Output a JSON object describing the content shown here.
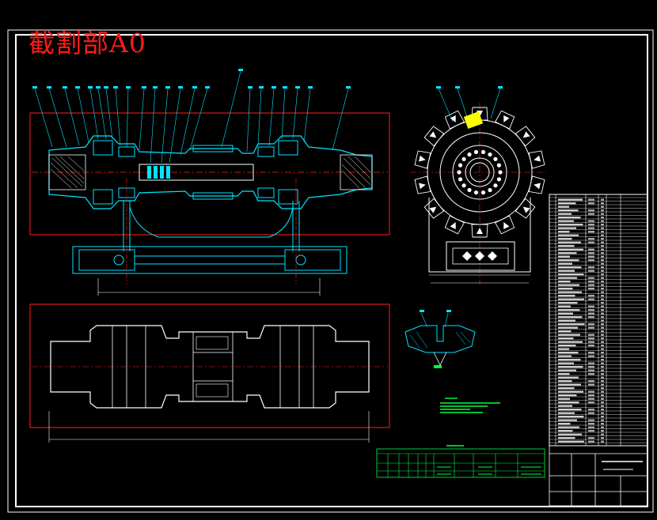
{
  "drawing": {
    "title": "截割部A0",
    "colors": {
      "background": "#000000",
      "frame": "#ffffff",
      "title": "#ff1a1a",
      "cyan": "#00e5ff",
      "red": "#ff2020",
      "white": "#ffffff",
      "green": "#00ff40",
      "yellow": "#ffff00",
      "magenta": "#ff40ff"
    },
    "views": [
      {
        "name": "main-section-view"
      },
      {
        "name": "plan-view"
      },
      {
        "name": "cutting-drum-end-view"
      },
      {
        "name": "cutter-detail-view"
      },
      {
        "name": "technical-notes"
      },
      {
        "name": "parameter-table"
      },
      {
        "name": "parts-list"
      },
      {
        "name": "title-block"
      }
    ]
  }
}
